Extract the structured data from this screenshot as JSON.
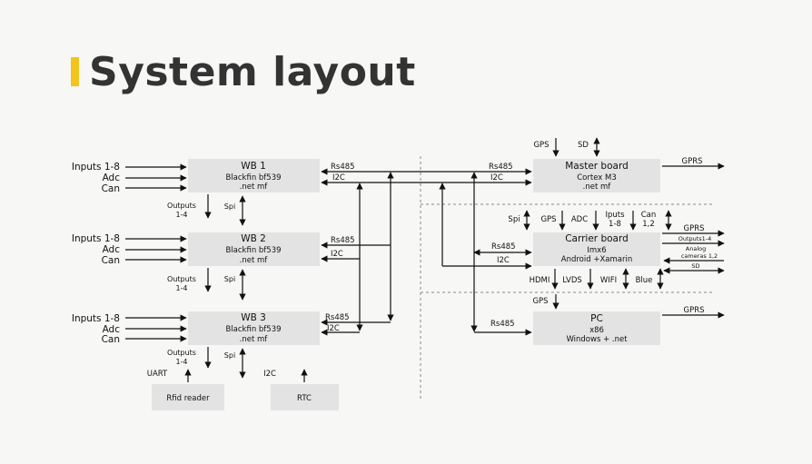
{
  "slide": {
    "title": "System layout",
    "accent_color": "#f2c41c"
  },
  "blocks": {
    "wb1": {
      "name": "WB 1",
      "line1": "Blackfin bf539",
      "line2": ".net mf"
    },
    "wb2": {
      "name": "WB 2",
      "line1": "Blackfin bf539",
      "line2": ".net mf"
    },
    "wb3": {
      "name": "WB 3",
      "line1": "Blackfin bf539",
      "line2": ".net mf"
    },
    "rfid": {
      "name": "Rfid reader"
    },
    "rtc": {
      "name": "RTC"
    },
    "master": {
      "name": "Master board",
      "line1": "Cortex M3",
      "line2": ".net mf"
    },
    "carrier": {
      "name": "Carrier board",
      "line1": "Imx6",
      "line2": "Android +Xamarin"
    },
    "pc": {
      "name": "PC",
      "line1": "x86",
      "line2": "Windows + .net"
    }
  },
  "labels": {
    "inputs": "Inputs 1-8",
    "adc": "Adc",
    "can": "Can",
    "outputs": "Outputs",
    "outputs_range": "1-4",
    "spi": "Spi",
    "rs485": "Rs485",
    "i2c": "I2C",
    "uart": "UART",
    "gps": "GPS",
    "sd": "SD",
    "gprs": "GPRS",
    "adc_upper": "ADC",
    "iputs": "Iputs",
    "iputs_range": "1-8",
    "can_carrier": "Can",
    "can_range": "1,2",
    "outputs14": "Outputs1-4",
    "analog": "Analog",
    "cameras": "cameras 1,2",
    "hdmi": "HDMI",
    "lvds": "LVDS",
    "wifi": "WIFI",
    "blue": "Blue"
  },
  "colors": {
    "box_fill": "#e3e3e3",
    "box_edge": "#d9534f",
    "line": "#111111",
    "divider": "#8a8a8a"
  }
}
